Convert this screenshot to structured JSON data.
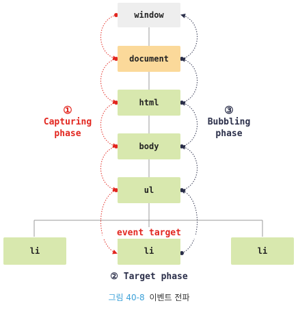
{
  "nodes": {
    "window": "window",
    "document": "document",
    "html": "html",
    "body": "body",
    "ul": "ul",
    "li_left": "li",
    "li_center": "li",
    "li_right": "li"
  },
  "capturing": {
    "number": "①",
    "line1": "Capturing",
    "line2": "phase"
  },
  "bubbling": {
    "number": "③",
    "line1": "Bubbling",
    "line2": "phase"
  },
  "target": {
    "event_target_label": "event target",
    "phase_label": "② Target phase"
  },
  "caption": {
    "figure_number": "그림 40-8",
    "text": "이벤트 전파"
  },
  "colors": {
    "window": "#eeeeee",
    "document": "#fbd99a",
    "element": "#d8e8ae",
    "capture": "#e2261f",
    "bubble": "#2b2f4a"
  }
}
